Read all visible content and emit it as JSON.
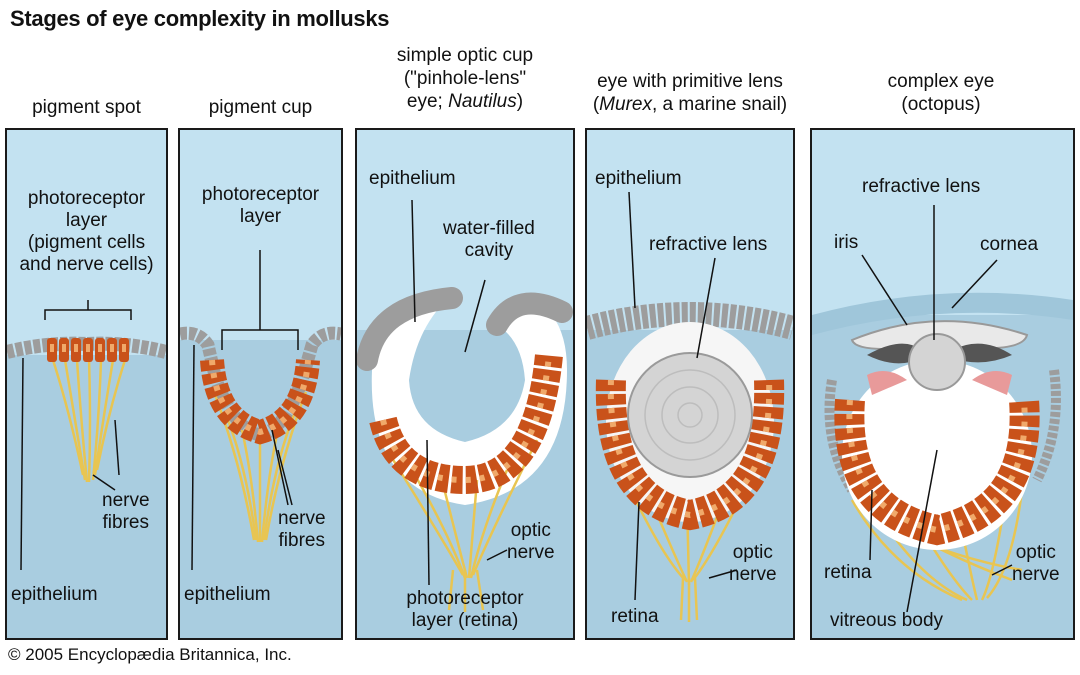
{
  "title": "Stages of eye complexity in mollusks",
  "panels": [
    {
      "title": "pigment spot",
      "labels": {
        "photoreceptor": "photoreceptor\nlayer\n(pigment cells\nand nerve cells)",
        "nerve": "nerve\nfibres",
        "epithelium": "epithelium"
      }
    },
    {
      "title": "pigment cup",
      "labels": {
        "photoreceptor": "photoreceptor\nlayer",
        "nerve": "nerve\nfibres",
        "epithelium": "epithelium"
      }
    },
    {
      "title_line1": "simple optic cup",
      "title_line2": "(\"pinhole-lens\"",
      "title_line3a": "eye; ",
      "title_line3b": "Nautilus",
      "title_line3c": ")",
      "labels": {
        "epithelium": "epithelium",
        "cavity": "water-filled\ncavity",
        "optic": "optic\nnerve",
        "photoreceptor": "photoreceptor\nlayer (retina)"
      }
    },
    {
      "title_line1": "eye with primitive lens",
      "title_line2a": "(",
      "title_line2b": "Murex",
      "title_line2c": ", a marine snail)",
      "labels": {
        "epithelium": "epithelium",
        "lens": "refractive lens",
        "optic": "optic\nnerve",
        "retina": "retina"
      }
    },
    {
      "title": "complex eye\n(octopus)",
      "labels": {
        "lens": "refractive lens",
        "iris": "iris",
        "cornea": "cornea",
        "retina": "retina",
        "optic": "optic\nnerve",
        "vitreous": "vitreous body"
      }
    }
  ],
  "copyright": "© 2005 Encyclopædia Britannica, Inc.",
  "colors": {
    "panel_bg": "#c3e2f1",
    "panel_deep": "#9fc6da",
    "pigment": "#c9521a",
    "pigment_light": "#f0a96a",
    "nerve": "#eccf62",
    "epithelium": "#a9a9a9",
    "lens": "#d4d4d4"
  }
}
